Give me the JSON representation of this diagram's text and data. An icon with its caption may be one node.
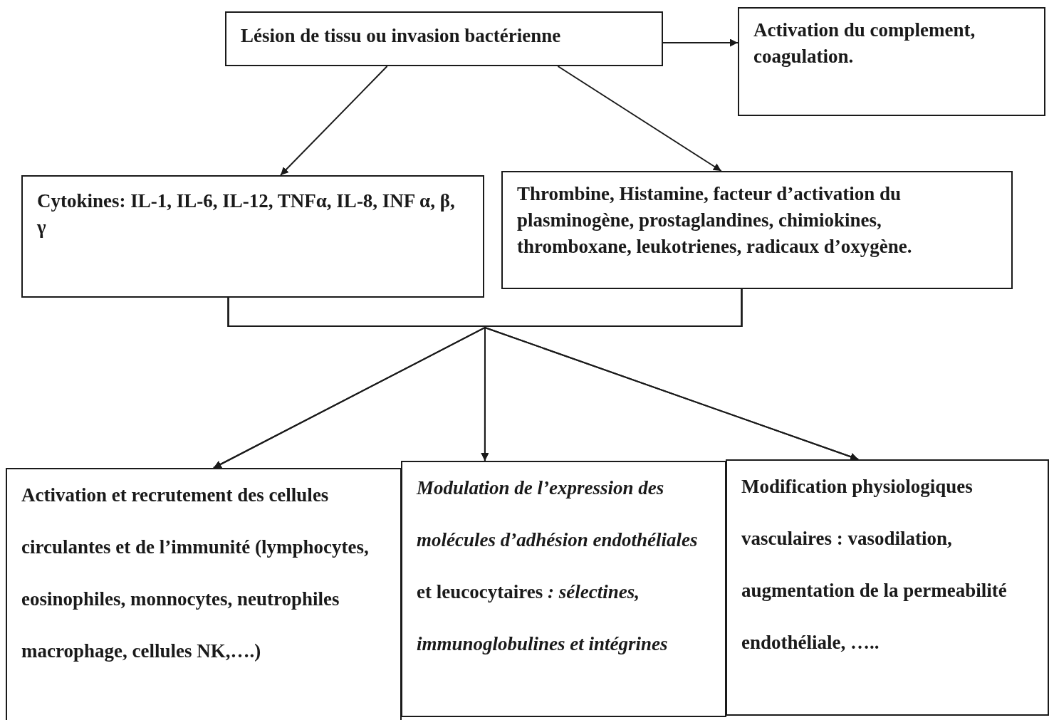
{
  "diagram": {
    "nodes": [
      {
        "text": [
          "Lésion de tissu ou invasion bactérienne"
        ]
      },
      {
        "text": [
          "Activation du complement, coagulation."
        ]
      },
      {
        "text": [
          "Cytokines: IL-1, IL-6, IL-12, TNFα, IL-8, INF α, β, γ"
        ]
      },
      {
        "text": [
          "Thrombine, Histamine, facteur d’activation du plasminogène, prostaglandines, chimiokines, thromboxane, leukotrienes, radicaux d’oxygène."
        ]
      },
      {
        "text": [
          "Activation et recrutement des cellules circulantes et de l’immunité (lymphocytes, eosinophiles, monnocytes, neutrophiles macrophage, cellules NK,….)"
        ]
      },
      {
        "text": [
          "*Modulation de l’expression des molécules d’adhésion endothéliales* et leucocytaires *: sélectines, immunoglobulines et intégrines*"
        ]
      },
      {
        "text": [
          "Modification physiologiques vasculaires : vasodilation, augmentation de la permeabilité endothéliale, ….."
        ]
      }
    ],
    "edges": [
      {
        "from": 0,
        "to": 1,
        "arrow": "to"
      },
      {
        "from": 0,
        "to": 2,
        "arrow": "to"
      },
      {
        "from": 0,
        "to": 3,
        "arrow": "to"
      },
      {
        "from": 2,
        "to": 4,
        "arrow": "to"
      },
      {
        "from": 2,
        "to": 5,
        "arrow": "to"
      },
      {
        "from": 2,
        "to": 6,
        "arrow": "to"
      },
      {
        "from": 3,
        "to": 4,
        "arrow": "to"
      },
      {
        "from": 3,
        "to": 5,
        "arrow": "to"
      },
      {
        "from": 3,
        "to": 6,
        "arrow": "to"
      }
    ]
  }
}
